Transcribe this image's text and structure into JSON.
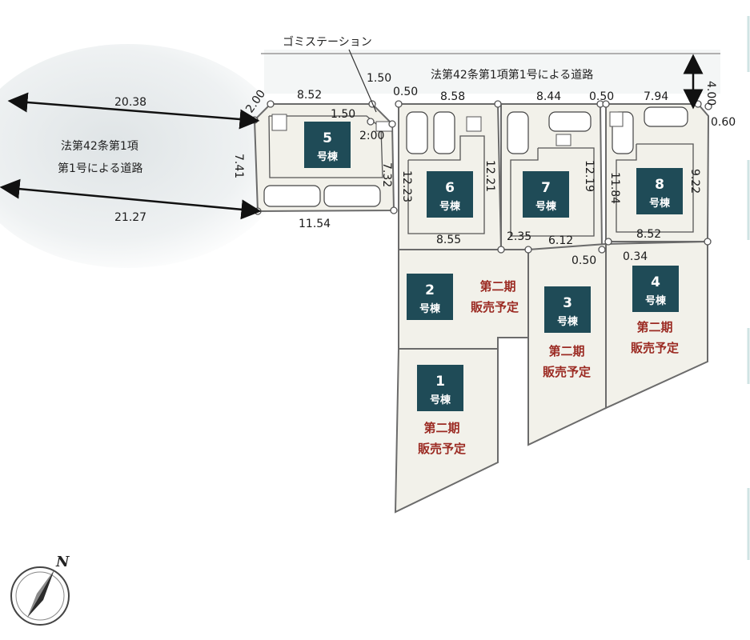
{
  "roads": {
    "north": "法第42条第1項第1号による道路",
    "west_line1": "法第42条第1項",
    "west_line2": "第1号による道路"
  },
  "garbage_station": "ゴミステーション",
  "unit_suffix": "号棟",
  "phase_line1": "第二期",
  "phase_line2": "販売予定",
  "lots": [
    {
      "number": "5",
      "phase_note": false
    },
    {
      "number": "6",
      "phase_note": false
    },
    {
      "number": "7",
      "phase_note": false
    },
    {
      "number": "8",
      "phase_note": false
    },
    {
      "number": "2",
      "phase_note": true
    },
    {
      "number": "3",
      "phase_note": true
    },
    {
      "number": "4",
      "phase_note": true
    },
    {
      "number": "1",
      "phase_note": true
    }
  ],
  "dimensions": {
    "road_west_top": "20.38",
    "road_west_bottom": "21.27",
    "road_north_width": "4.00",
    "d_2_00": "2.00",
    "d_8_52_top": "8.52",
    "d_1_50_a": "1.50",
    "d_1_50_b": "1.50",
    "d_2_00_b": "2:00",
    "d_0_50_a": "0.50",
    "d_8_58": "8.58",
    "d_8_44": "8.44",
    "d_0_50_b": "0.50",
    "d_7_94": "7.94",
    "d_0_60": "0.60",
    "d_7_41": "7.41",
    "d_7_32": "7.32",
    "d_11_54": "11.54",
    "d_12_23": "12.23",
    "d_12_21": "12.21",
    "d_12_19": "12.19",
    "d_11_84": "11.84",
    "d_9_22": "9.22",
    "d_8_55": "8.55",
    "d_2_35": "2.35",
    "d_6_12": "6.12",
    "d_8_52_bottom": "8.52",
    "d_0_50_c": "0.50",
    "d_0_34": "0.34"
  },
  "compass": {
    "label": "N"
  },
  "colors": {
    "label_box": "#1f4b57",
    "phase_text": "#9b2a22",
    "lot_fill": "#f2f1ea",
    "lot_stroke": "#6b6b6b"
  }
}
